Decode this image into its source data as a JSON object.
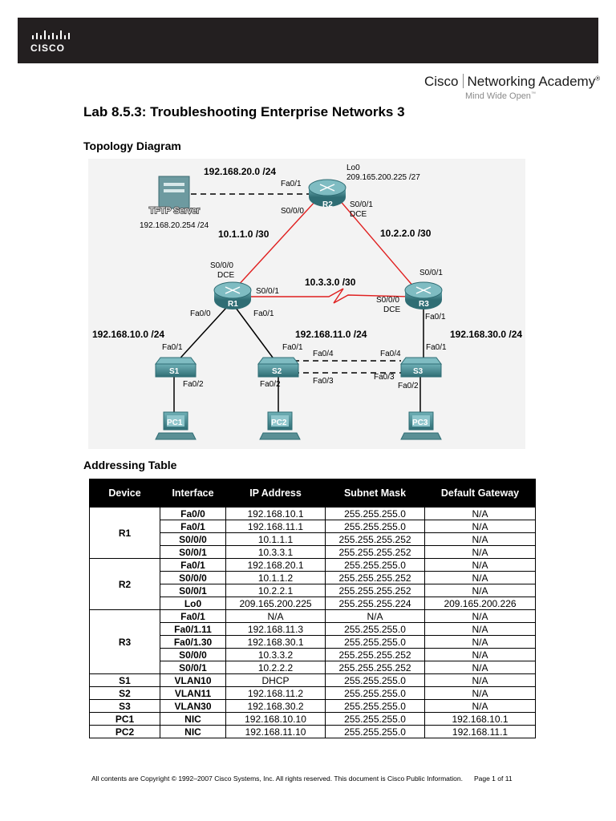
{
  "header": {
    "logo_text": "CISCO",
    "academy_brand": "Cisco",
    "academy_name": "Networking Academy",
    "academy_mark": "®",
    "academy_tagline": "Mind Wide Open",
    "academy_tm": "™"
  },
  "doc": {
    "title": "Lab 8.5.3: Troubleshooting Enterprise Networks 3",
    "topology_heading": "Topology Diagram",
    "addressing_heading": "Addressing Table"
  },
  "topology": {
    "net_tftp": "192.168.20.0 /24",
    "r2_fa01": "Fa0/1",
    "lo0": "Lo0",
    "lo0_ip": "209.165.200.225 /27",
    "tftp_label": "TFTP Server",
    "tftp_ip": "192.168.20.254 /24",
    "r2_s000": "S0/0/0",
    "r2_s001": "S0/0/1",
    "r2_dce": "DCE",
    "net_r1r2": "10.1.1.0 /30",
    "net_r2r3": "10.2.2.0 /30",
    "r1_s000": "S0/0/0",
    "r1_dce": "DCE",
    "r1_s001": "S0/0/1",
    "net_r1r3": "10.3.3.0 /30",
    "r3_s001": "S0/0/1",
    "r3_s000": "S0/0/0",
    "r3_dce": "DCE",
    "r1_fa00": "Fa0/0",
    "r1_fa01": "Fa0/1",
    "r3_fa01": "Fa0/1",
    "net_s1": "192.168.10.0 /24",
    "net_s2": "192.168.11.0 /24",
    "net_s3": "192.168.30.0 /24",
    "s1_fa01": "Fa0/1",
    "s2_fa01": "Fa0/1",
    "s3_fa01": "Fa0/1",
    "s2_fa04": "Fa0/4",
    "s3_fa04": "Fa0/4",
    "s2_fa03": "Fa0/3",
    "s3_fa03": "Fa0/3",
    "s1_fa02": "Fa0/2",
    "s2_fa02": "Fa0/2",
    "s3_fa02": "Fa0/2",
    "r1": "R1",
    "r2": "R2",
    "r3": "R3",
    "s1": "S1",
    "s2": "S2",
    "s3": "S3",
    "pc1": "PC1",
    "pc2": "PC2",
    "pc3": "PC3",
    "colors": {
      "serial": "#e02020",
      "ethernet": "#000000",
      "device": "#3f7f86"
    }
  },
  "table": {
    "headers": [
      "Device",
      "Interface",
      "IP Address",
      "Subnet Mask",
      "Default Gateway"
    ],
    "groups": [
      {
        "device": "R1",
        "rows": [
          [
            "Fa0/0",
            "192.168.10.1",
            "255.255.255.0",
            "N/A"
          ],
          [
            "Fa0/1",
            "192.168.11.1",
            "255.255.255.0",
            "N/A"
          ],
          [
            "S0/0/0",
            "10.1.1.1",
            "255.255.255.252",
            "N/A"
          ],
          [
            "S0/0/1",
            "10.3.3.1",
            "255.255.255.252",
            "N/A"
          ]
        ]
      },
      {
        "device": "R2",
        "rows": [
          [
            "Fa0/1",
            "192.168.20.1",
            "255.255.255.0",
            "N/A"
          ],
          [
            "S0/0/0",
            "10.1.1.2",
            "255.255.255.252",
            "N/A"
          ],
          [
            "S0/0/1",
            "10.2.2.1",
            "255.255.255.252",
            "N/A"
          ],
          [
            "Lo0",
            "209.165.200.225",
            "255.255.255.224",
            "209.165.200.226"
          ]
        ]
      },
      {
        "device": "R3",
        "rows": [
          [
            "Fa0/1",
            "N/A",
            "N/A",
            "N/A"
          ],
          [
            "Fa0/1.11",
            "192.168.11.3",
            "255.255.255.0",
            "N/A"
          ],
          [
            "Fa0/1.30",
            "192.168.30.1",
            "255.255.255.0",
            "N/A"
          ],
          [
            "S0/0/0",
            "10.3.3.2",
            "255.255.255.252",
            "N/A"
          ],
          [
            "S0/0/1",
            "10.2.2.2",
            "255.255.255.252",
            "N/A"
          ]
        ]
      },
      {
        "device": "S1",
        "rows": [
          [
            "VLAN10",
            "DHCP",
            "255.255.255.0",
            "N/A"
          ]
        ]
      },
      {
        "device": "S2",
        "rows": [
          [
            "VLAN11",
            "192.168.11.2",
            "255.255.255.0",
            "N/A"
          ]
        ]
      },
      {
        "device": "S3",
        "rows": [
          [
            "VLAN30",
            "192.168.30.2",
            "255.255.255.0",
            "N/A"
          ]
        ]
      },
      {
        "device": "PC1",
        "rows": [
          [
            "NIC",
            "192.168.10.10",
            "255.255.255.0",
            "192.168.10.1"
          ]
        ]
      },
      {
        "device": "PC2",
        "rows": [
          [
            "NIC",
            "192.168.11.10",
            "255.255.255.0",
            "192.168.11.1"
          ]
        ]
      }
    ]
  },
  "footer": {
    "text": "All contents are Copyright © 1992–2007 Cisco Systems, Inc. All rights reserved. This document is Cisco Public Information.",
    "page": "Page 1 of 11"
  }
}
